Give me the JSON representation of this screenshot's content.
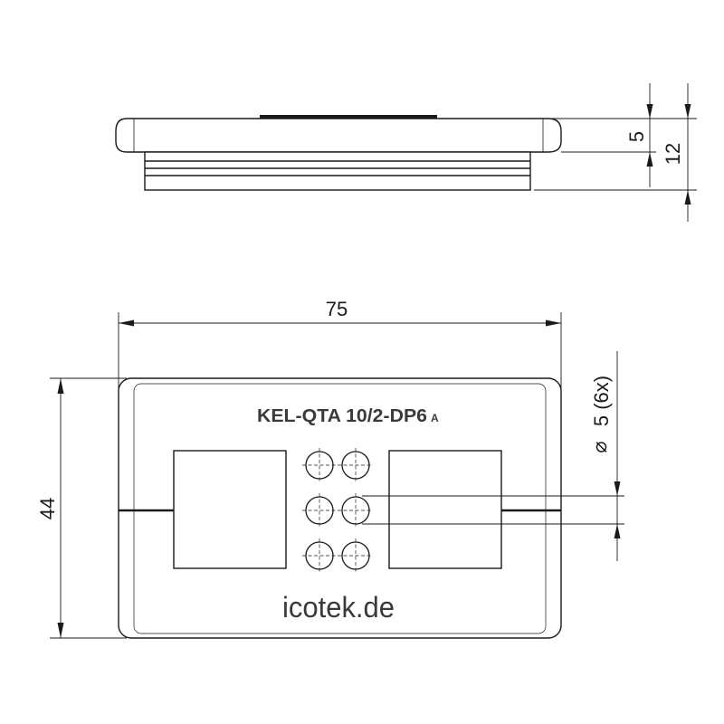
{
  "drawing": {
    "product_label": "KEL-QTA 10/2-DP6",
    "product_label_suffix": "A",
    "brand_text": "icotek.de",
    "line_color": "#1a1a1a",
    "fill_color": "#ffffff"
  },
  "dimensions": {
    "width": "75",
    "height": "44",
    "flange_thickness": "5",
    "total_depth": "12",
    "hole_diameter": "5 (6x)",
    "diameter_symbol": "⌀"
  },
  "holes": {
    "count": 6,
    "rows": 3,
    "cols": 2
  }
}
